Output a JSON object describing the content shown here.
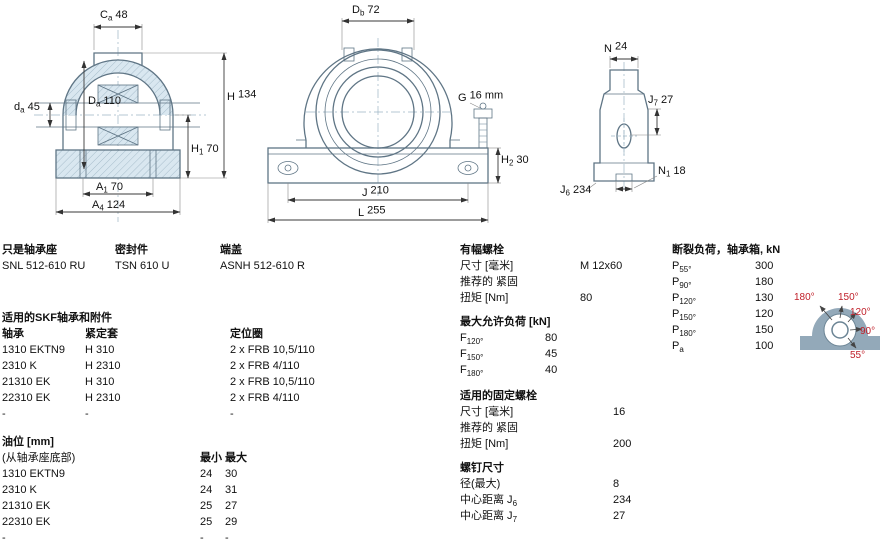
{
  "drawing": {
    "front": {
      "ca": {
        "sym": "C",
        "sub": "a",
        "val": "48"
      },
      "da": {
        "sym": "d",
        "sub": "a",
        "val": "45"
      },
      "Da": {
        "sym": "D",
        "sub": "a",
        "val": "110"
      },
      "H": {
        "sym": "H",
        "sub": "",
        "val": "134"
      },
      "H1": {
        "sym": "H",
        "sub": "1",
        "val": "70"
      },
      "A1": {
        "sym": "A",
        "sub": "1",
        "val": "70"
      },
      "A4": {
        "sym": "A",
        "sub": "4",
        "val": "124"
      }
    },
    "side": {
      "Db": {
        "sym": "D",
        "sub": "b",
        "val": "72"
      },
      "G": {
        "sym": "G",
        "sub": "",
        "val": "16 mm"
      },
      "H2": {
        "sym": "H",
        "sub": "2",
        "val": "30"
      },
      "J": {
        "sym": "J",
        "sub": "",
        "val": "210"
      },
      "L": {
        "sym": "L",
        "sub": "",
        "val": "255"
      }
    },
    "end": {
      "N": {
        "sym": "N",
        "sub": "",
        "val": "24"
      },
      "J7": {
        "sym": "J",
        "sub": "7",
        "val": "27"
      },
      "N1": {
        "sym": "N",
        "sub": "1",
        "val": "18"
      },
      "J6": {
        "sym": "J",
        "sub": "6",
        "val": "234"
      }
    }
  },
  "products": {
    "housing": {
      "title": "只是轴承座",
      "value": "SNL 512-610 RU"
    },
    "seals": {
      "title": "密封件",
      "value": "TSN 610 U"
    },
    "end_cover": {
      "title": "端盖",
      "value": "ASNH 512-610 R"
    }
  },
  "bearings": {
    "title": "适用的SKF轴承和附件",
    "headers": [
      "轴承",
      "紧定套",
      "定位圈"
    ],
    "rows": [
      [
        "1310 EKTN9",
        "H 310",
        "2 x FRB 10,5/110"
      ],
      [
        "2310 K",
        "H 2310",
        "2 x FRB 4/110"
      ],
      [
        "21310 EK",
        "H 310",
        "2 x FRB 10,5/110"
      ],
      [
        "22310 EK",
        "H 2310",
        "2 x FRB 4/110"
      ],
      [
        "-",
        "-",
        "-"
      ]
    ]
  },
  "oil": {
    "title": "油位 [mm]",
    "subtitle": "(从轴承座底部)",
    "headers": [
      "最小",
      "最大"
    ],
    "rows": [
      [
        "1310 EKTN9",
        "24",
        "30"
      ],
      [
        "2310 K",
        "24",
        "31"
      ],
      [
        "21310 EK",
        "25",
        "27"
      ],
      [
        "22310 EK",
        "25",
        "29"
      ],
      [
        "-",
        "-",
        "-"
      ]
    ]
  },
  "cap_bolts": {
    "title": "有幅螺栓",
    "rows": [
      {
        "label": "尺寸 [毫米]",
        "value": "M 12x60"
      },
      {
        "label": "推荐的 紧固",
        "value": ""
      },
      {
        "label": "扭矩 [Nm]",
        "value": "80"
      }
    ]
  },
  "max_load": {
    "title": "最大允许负荷 [kN]",
    "rows": [
      {
        "sym": "F",
        "sub": "120°",
        "value": "80"
      },
      {
        "sym": "F",
        "sub": "150°",
        "value": "45"
      },
      {
        "sym": "F",
        "sub": "180°",
        "value": "40"
      }
    ]
  },
  "fixing_bolts": {
    "title": "适用的固定螺栓",
    "rows": [
      {
        "label": "尺寸 [毫米]",
        "value": "16"
      },
      {
        "label": "推荐的 紧固",
        "value": ""
      },
      {
        "label": "扭矩 [Nm]",
        "value": "200"
      }
    ]
  },
  "bolt_dims": {
    "title": "螺钉尺寸",
    "rows": [
      {
        "label": "径(最大)",
        "sub": "",
        "value": "8"
      },
      {
        "label": "中心距离 J",
        "sub": "6",
        "value": "234"
      },
      {
        "label": "中心距离 J",
        "sub": "7",
        "value": "27"
      }
    ]
  },
  "breaking_load": {
    "title": "断裂负荷，轴承箱, kN",
    "rows": [
      {
        "sym": "P",
        "sub": "55°",
        "value": "300"
      },
      {
        "sym": "P",
        "sub": "90°",
        "value": "180"
      },
      {
        "sym": "P",
        "sub": "120°",
        "value": "130"
      },
      {
        "sym": "P",
        "sub": "150°",
        "value": "120"
      },
      {
        "sym": "P",
        "sub": "180°",
        "value": "150"
      },
      {
        "sym": "P",
        "sub": "a",
        "value": "100"
      }
    ]
  },
  "load_diagram": {
    "angles": [
      "180°",
      "150°",
      "120°",
      "90°",
      "55°"
    ],
    "accent": "#c0202a",
    "housing_color": "#93a9b9"
  }
}
